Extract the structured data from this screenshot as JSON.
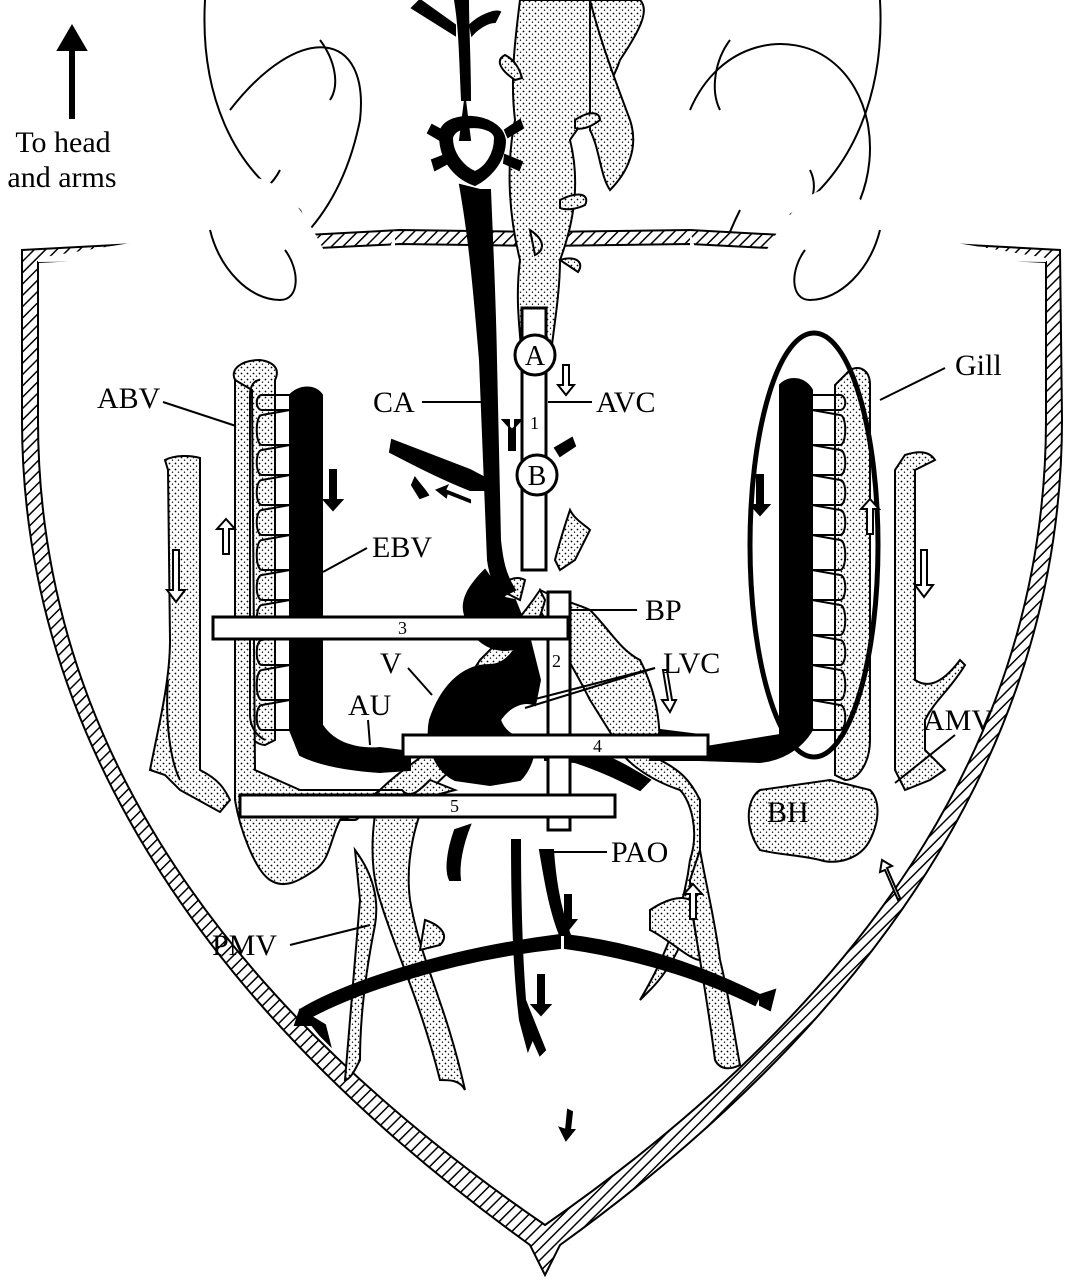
{
  "direction_note": {
    "line1": "To head",
    "line2": "and arms"
  },
  "labels": {
    "abv": "ABV",
    "ca": "CA",
    "avc": "AVC",
    "gill": "Gill",
    "ebv": "EBV",
    "bp": "BP",
    "lvc": "LVC",
    "v": "V",
    "au": "AU",
    "amv": "AMV",
    "bh": "BH",
    "pao": "PAO",
    "pmv": "PMV"
  },
  "markers": {
    "a": "A",
    "b": "B"
  },
  "sections": [
    "1",
    "2",
    "3",
    "4",
    "5"
  ],
  "colors": {
    "ink": "#000000",
    "paper": "#ffffff",
    "stipple": "#c8c8c8"
  }
}
